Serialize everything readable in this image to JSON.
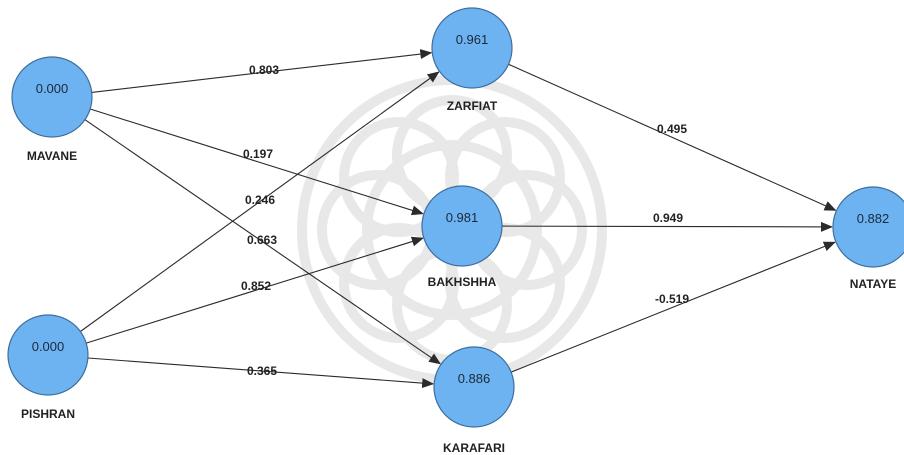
{
  "diagram": {
    "nodes": [
      {
        "id": "mavane",
        "label": "MAVANE",
        "value": "0.000"
      },
      {
        "id": "pishran",
        "label": "PISHRAN",
        "value": "0.000"
      },
      {
        "id": "zarfiat",
        "label": "ZARFIAT",
        "value": "0.961"
      },
      {
        "id": "bakhshha",
        "label": "BAKHSHHA",
        "value": "0.981"
      },
      {
        "id": "karafari",
        "label": "KARAFARI",
        "value": "0.886"
      },
      {
        "id": "natayej",
        "label": "NATAYE",
        "value": "0.882"
      }
    ],
    "edges": [
      {
        "from": "mavane",
        "to": "zarfiat",
        "coef": "0.803"
      },
      {
        "from": "mavane",
        "to": "bakhshha",
        "coef": "0.197"
      },
      {
        "from": "mavane",
        "to": "karafari",
        "coef": "0.663"
      },
      {
        "from": "pishran",
        "to": "zarfiat",
        "coef": "0.246"
      },
      {
        "from": "pishran",
        "to": "bakhshha",
        "coef": "0.852"
      },
      {
        "from": "pishran",
        "to": "karafari",
        "coef": "0.365"
      },
      {
        "from": "zarfiat",
        "to": "natayej",
        "coef": "0.495"
      },
      {
        "from": "bakhshha",
        "to": "natayej",
        "coef": "0.949"
      },
      {
        "from": "karafari",
        "to": "natayej",
        "coef": "-0.519"
      }
    ],
    "colors": {
      "node_fill": "#6db3f2",
      "node_stroke": "#3d6f9e",
      "edge": "#2b2b2b"
    }
  }
}
